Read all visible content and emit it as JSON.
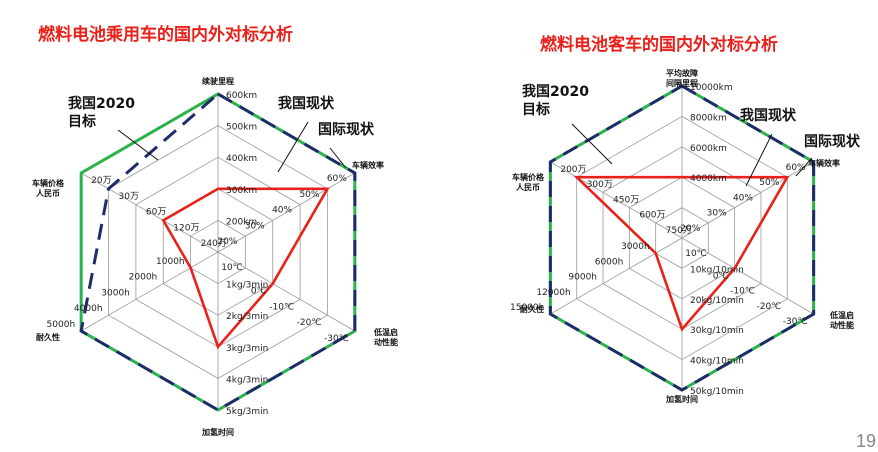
{
  "page_number": "19",
  "colors": {
    "title": "#e8221b",
    "current": "#e8221b",
    "target2020": "#1f2a6b",
    "international": "#2bb24c",
    "grid": "#9a9a9a"
  },
  "chart_data": [
    {
      "type": "radar",
      "title": "燃料电池乘用车的国内外对标分析",
      "axis_labels": [
        "续驶里程",
        "车辆效率",
        "低温启动性能",
        "加氢时间",
        "耐久性",
        "车辆价格人民币"
      ],
      "tick_labels": [
        [
          "200km",
          "300km",
          "400km",
          "500km",
          "600km"
        ],
        [
          "20%",
          "30%",
          "40%",
          "50%",
          "60%"
        ],
        [
          "0℃",
          "-10℃",
          "-20℃",
          "-30℃"
        ],
        [
          "1kg/3min",
          "2kg/3min",
          "3kg/3min",
          "4kg/3min",
          "5kg/3min"
        ],
        [
          "1000h",
          "2000h",
          "3000h",
          "4000h",
          "5000h"
        ],
        [
          "240万",
          "120万",
          "60万",
          "30万",
          "20万"
        ]
      ],
      "center_tick": "10℃",
      "series": [
        {
          "name": "我国现状",
          "values": [
            300,
            50,
            -10,
            3,
            1000,
            120
          ],
          "levels": [
            2,
            4,
            2,
            3,
            1,
            2
          ]
        },
        {
          "name": "我国2020目标",
          "values": [
            600,
            60,
            -30,
            5,
            5000,
            30
          ],
          "levels": [
            5,
            5,
            5,
            5,
            5,
            4
          ]
        },
        {
          "name": "国际现状",
          "values": [
            600,
            60,
            -30,
            5,
            5000,
            20
          ],
          "levels": [
            5,
            5,
            5,
            5,
            5,
            5
          ]
        }
      ],
      "annotations": {
        "target2020": "我国2020目标",
        "domestic": "我国现状",
        "international": "国际现状"
      }
    },
    {
      "type": "radar",
      "title": "燃料电池客车的国内外对标分析",
      "axis_labels": [
        "平均故障间隔里程",
        "车辆效率",
        "低温启动性能",
        "加氢时间",
        "耐久性",
        "车辆价格人民币"
      ],
      "tick_labels": [
        [
          "4000km",
          "6000km",
          "8000km",
          "10000km"
        ],
        [
          "20%",
          "30%",
          "40%",
          "50%",
          "60%"
        ],
        [
          "0℃",
          "-10℃",
          "-20℃",
          "-30℃"
        ],
        [
          "10kg/10min",
          "20kg/10min",
          "30kg/10min",
          "40kg/10min",
          "50kg/10min"
        ],
        [
          "3000h",
          "6000h",
          "9000h",
          "12000h",
          "15000h"
        ],
        [
          "750万",
          "600万",
          "450万",
          "300万",
          "200万"
        ]
      ],
      "center_tick": "10℃",
      "series": [
        {
          "name": "我国现状",
          "values": [
            4000,
            50,
            -10,
            30,
            3000,
            300
          ],
          "levels": [
            2,
            4,
            2,
            3,
            1,
            4
          ]
        },
        {
          "name": "我国2020目标",
          "values": [
            10000,
            60,
            -30,
            50,
            15000,
            200
          ],
          "levels": [
            5,
            5,
            5,
            5,
            5,
            5
          ]
        },
        {
          "name": "国际现状",
          "values": [
            10000,
            60,
            -30,
            50,
            15000,
            200
          ],
          "levels": [
            5,
            5,
            5,
            5,
            5,
            5
          ]
        }
      ],
      "annotations": {
        "target2020": "我国2020目标",
        "domestic": "我国现状",
        "international": "国际现状"
      }
    }
  ]
}
